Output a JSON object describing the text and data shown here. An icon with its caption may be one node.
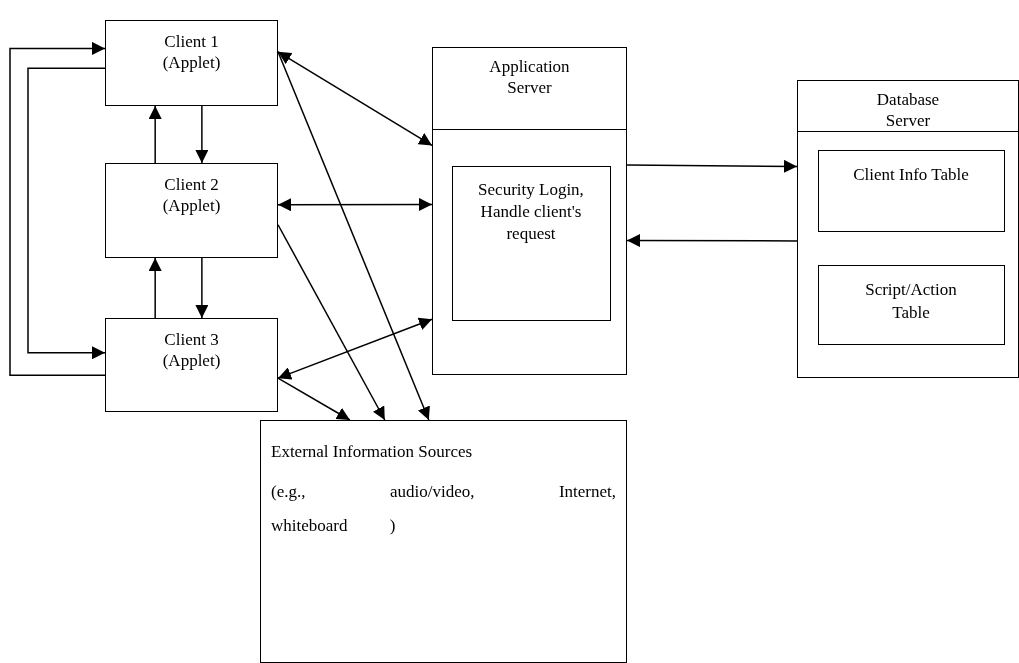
{
  "diagram": {
    "nodes": [
      {
        "text": [
          "Client 1 (Applet)"
        ]
      },
      {
        "text": [
          "Client 2 (Applet)"
        ]
      },
      {
        "text": [
          "Client 3 (Applet)"
        ]
      },
      {
        "text": [
          "Application Server"
        ]
      },
      {
        "text": [
          "Security Login, Handle client's request"
        ],
        "in": 3
      },
      {
        "text": [
          "Database Server"
        ]
      },
      {
        "text": [
          "Client Info Table"
        ],
        "in": 5
      },
      {
        "text": [
          "Script/Action Table"
        ],
        "in": 5
      },
      {
        "text": [
          "External Information Sources",
          "(e.g., audio/video, Internet, whiteboard )"
        ]
      }
    ],
    "edges": [
      {
        "from": 2,
        "to": 0,
        "arrow": "to"
      },
      {
        "from": 0,
        "to": 2,
        "arrow": "to"
      },
      {
        "from": 1,
        "to": 0,
        "arrow": "to"
      },
      {
        "from": 0,
        "to": 1,
        "arrow": "to"
      },
      {
        "from": 2,
        "to": 1,
        "arrow": "to"
      },
      {
        "from": 1,
        "to": 2,
        "arrow": "to"
      },
      {
        "from": 0,
        "to": 3,
        "arrow": "both"
      },
      {
        "from": 1,
        "to": 3,
        "arrow": "both"
      },
      {
        "from": 2,
        "to": 3,
        "arrow": "both"
      },
      {
        "from": 3,
        "to": 5,
        "arrow": "to"
      },
      {
        "from": 5,
        "to": 3,
        "arrow": "to"
      },
      {
        "from": 0,
        "to": 8,
        "arrow": "to"
      },
      {
        "from": 1,
        "to": 8,
        "arrow": "to"
      },
      {
        "from": 2,
        "to": 8,
        "arrow": "to"
      }
    ]
  }
}
